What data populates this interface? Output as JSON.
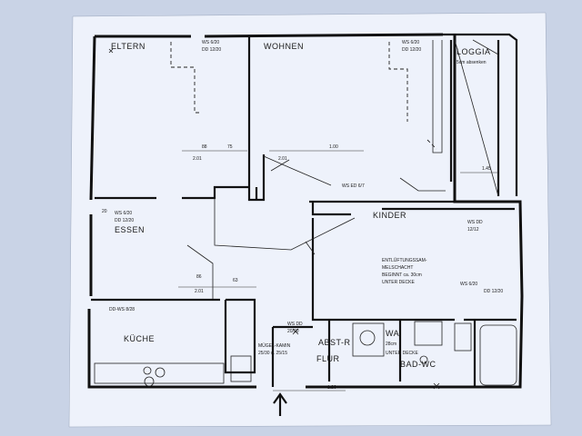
{
  "rooms": {
    "eltern": "ELTERN",
    "wohnen": "WOHNEN",
    "loggia": "LOGGIA",
    "essen": "ESSEN",
    "kinder": "KINDER",
    "kueche": "KÜCHE",
    "flur": "FLUR",
    "abst": "ABST-R",
    "bad": "BAD-WC"
  },
  "notes": {
    "loggia_sub": "5cm absenken",
    "eltern_ws": "WS 6/20",
    "eltern_dd": "DD 12/20",
    "wohnen_ws": "WS 6/20",
    "wohnen_dd": "DD 12/20",
    "essen_ws": "WS 6/20",
    "essen_dd": "DD 12/20",
    "kinder_ws": "WS DD",
    "kinder_dd": "12/12",
    "kinder_ws2": "WS 6/20",
    "kinder_dd2": "DD 12/20",
    "kueche_ws": "DD-WS 8/28",
    "ws_top": "WS ED 6/7",
    "entlueftung_1": "ENTLÜFTUNGSSAM-",
    "entlueftung_2": "MELSCHACHT",
    "entlueftung_3": "BEGINNT ca. 30cm",
    "entlueftung_4": "UNTER DECKE",
    "flur_ws": "WS DD",
    "flur_dd": "20/20",
    "kamin_1": "MÜGEL-KAMIN",
    "kamin_2": "25/30 u. 25/15",
    "wa": "WA",
    "wa_sub": "28cm",
    "unter_decke": "UNTER DECKE",
    "dim_201": "2.01",
    "dim_100": "1.00",
    "dim_145": "1.45",
    "dim_88": "88",
    "dim_75": "75",
    "dim_63": "63",
    "dim_86": "86",
    "dim_120": "1.20",
    "dim_20": "20"
  }
}
